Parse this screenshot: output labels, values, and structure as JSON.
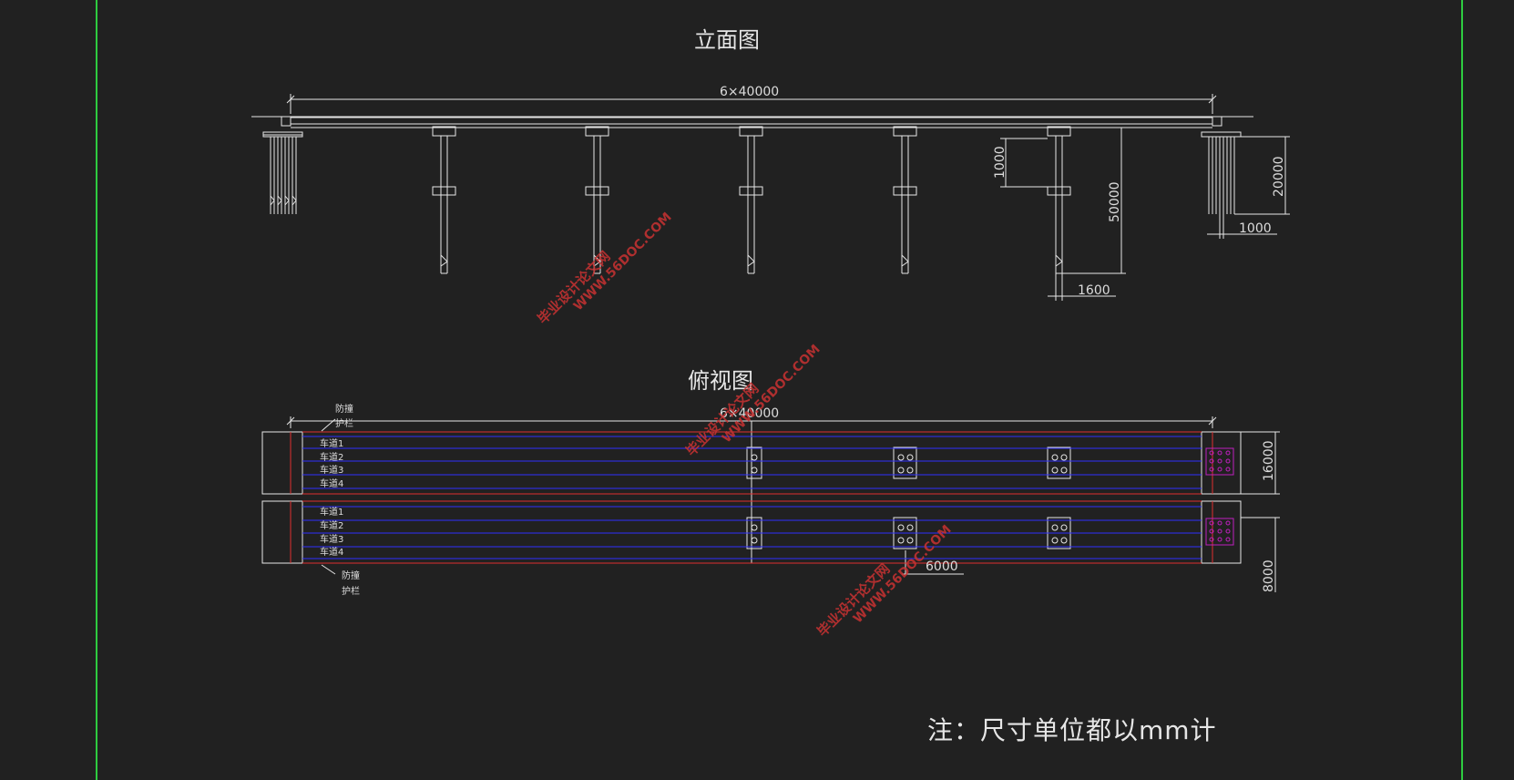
{
  "titles": {
    "elevation": "立面图",
    "plan": "俯视图"
  },
  "dimensions": {
    "elevation_span": "6×40000",
    "plan_span": "6×40000",
    "d_1000_vertical": "1000",
    "d_50000": "50000",
    "d_20000": "20000",
    "d_1000_horizontal": "1000",
    "d_1600": "1600",
    "d_16000": "16000",
    "d_8000": "8000",
    "d_6000": "6000"
  },
  "plan_labels": {
    "top": [
      "防撞",
      "护栏"
    ],
    "lanes_upper": [
      "车道1",
      "车道2",
      "车道3",
      "车道4"
    ],
    "lanes_lower": [
      "车道1",
      "车道2",
      "车道3",
      "车道4"
    ],
    "bottom": [
      "防撞",
      "护栏"
    ]
  },
  "note": "注：尺寸单位都以mm计",
  "watermark": {
    "line1": "毕业设计论文网",
    "line2": "WWW.56DOC.COM"
  },
  "colors": {
    "background": "#212121",
    "drawing": "#e6e6e6",
    "border": "#2ecc40",
    "lane_line": "#3030ff",
    "edge_line": "#e03030",
    "pile_cap": "#c020c0",
    "watermark": "#c83232"
  }
}
